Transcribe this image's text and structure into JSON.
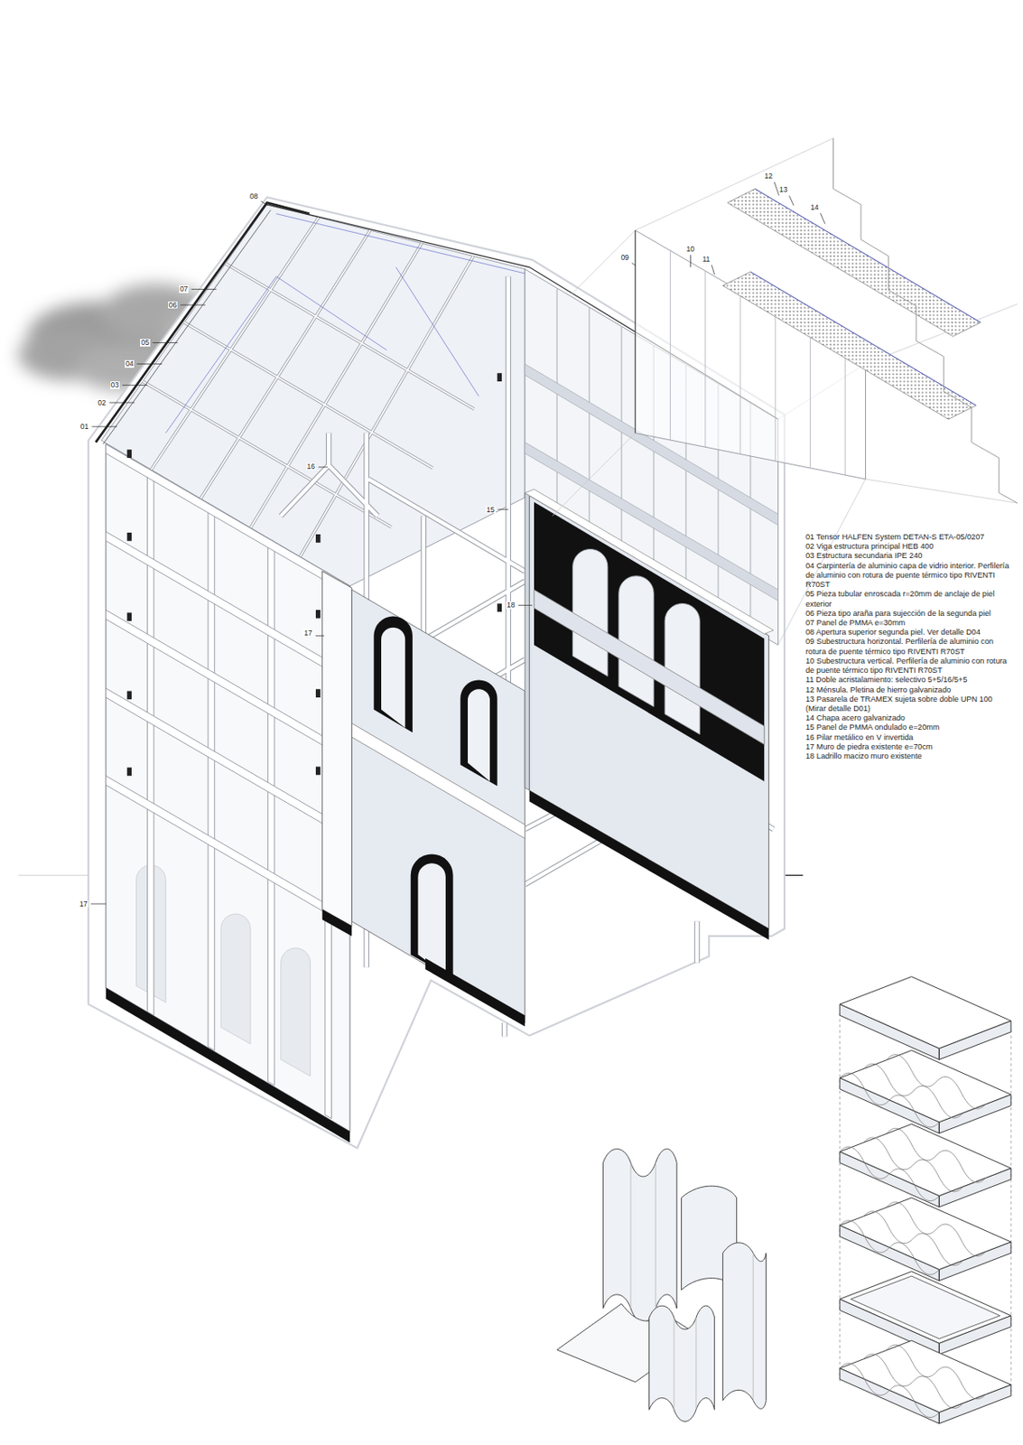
{
  "diagram": {
    "labels": [
      "12",
      "13",
      "14",
      "08",
      "10",
      "09",
      "11",
      "07",
      "06",
      "05",
      "04",
      "03",
      "02",
      "01",
      "16",
      "15",
      "18",
      "17",
      "17",
      "01 Tensor HALFEN System DETAN-S ETA-05/0207",
      "02 Viga estructura principal HEB 400",
      "03 Estructura secundaria IPE 240",
      "04 Carpintería de aluminio capa de vidrio interior. Perfilería de aluminio con rotura de puente térmico tipo RIVENTI R70ST",
      "05 Pieza tubular enroscada r=20mm de anclaje de piel exterior",
      "06 Pieza tipo araña para sujección de la segunda piel",
      "07 Panel de PMMA e=30mm",
      "08 Apertura superior segunda piel. Ver detalle D04",
      "09 Subestructura horizontal. Perfilería de aluminio con rotura de puente térmico tipo RIVENTI R70ST",
      "10 Subestructura vertical. Perfilería de aluminio con rotura de puente térmico tipo RIVENTI R70ST",
      "11 Doble acristalamiento: selectivo 5+5/16/5+5",
      "12 Ménsula. Pletina de hierro galvanizado",
      "13 Pasarela de TRAMEX sujeta sobre doble UPN 100 (Mirar detalle D01)",
      "14 Chapa acero galvanizado",
      "15 Panel de PMMA ondulado e=20mm",
      "16 Pilar metálico en V invertida",
      "17 Muro de piedra existente e=70cm",
      "18 Ladrillo macizo muro existente"
    ]
  }
}
